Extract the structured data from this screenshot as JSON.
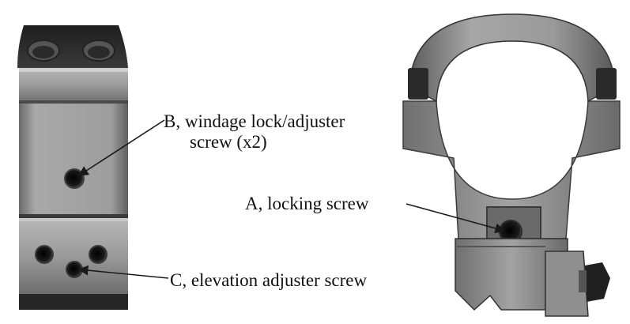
{
  "callouts": {
    "b": {
      "line1": "B, windage lock/adjuster",
      "line2": "screw (x2)"
    },
    "a": {
      "text": "A, locking screw"
    },
    "c": {
      "text": "C, elevation adjuster screw"
    }
  },
  "colors": {
    "metal_light": "#9c9c9c",
    "metal_mid": "#7a7a7a",
    "metal_dark": "#2b2b2b",
    "hole": "#111111",
    "leader": "#1a1a1a"
  }
}
